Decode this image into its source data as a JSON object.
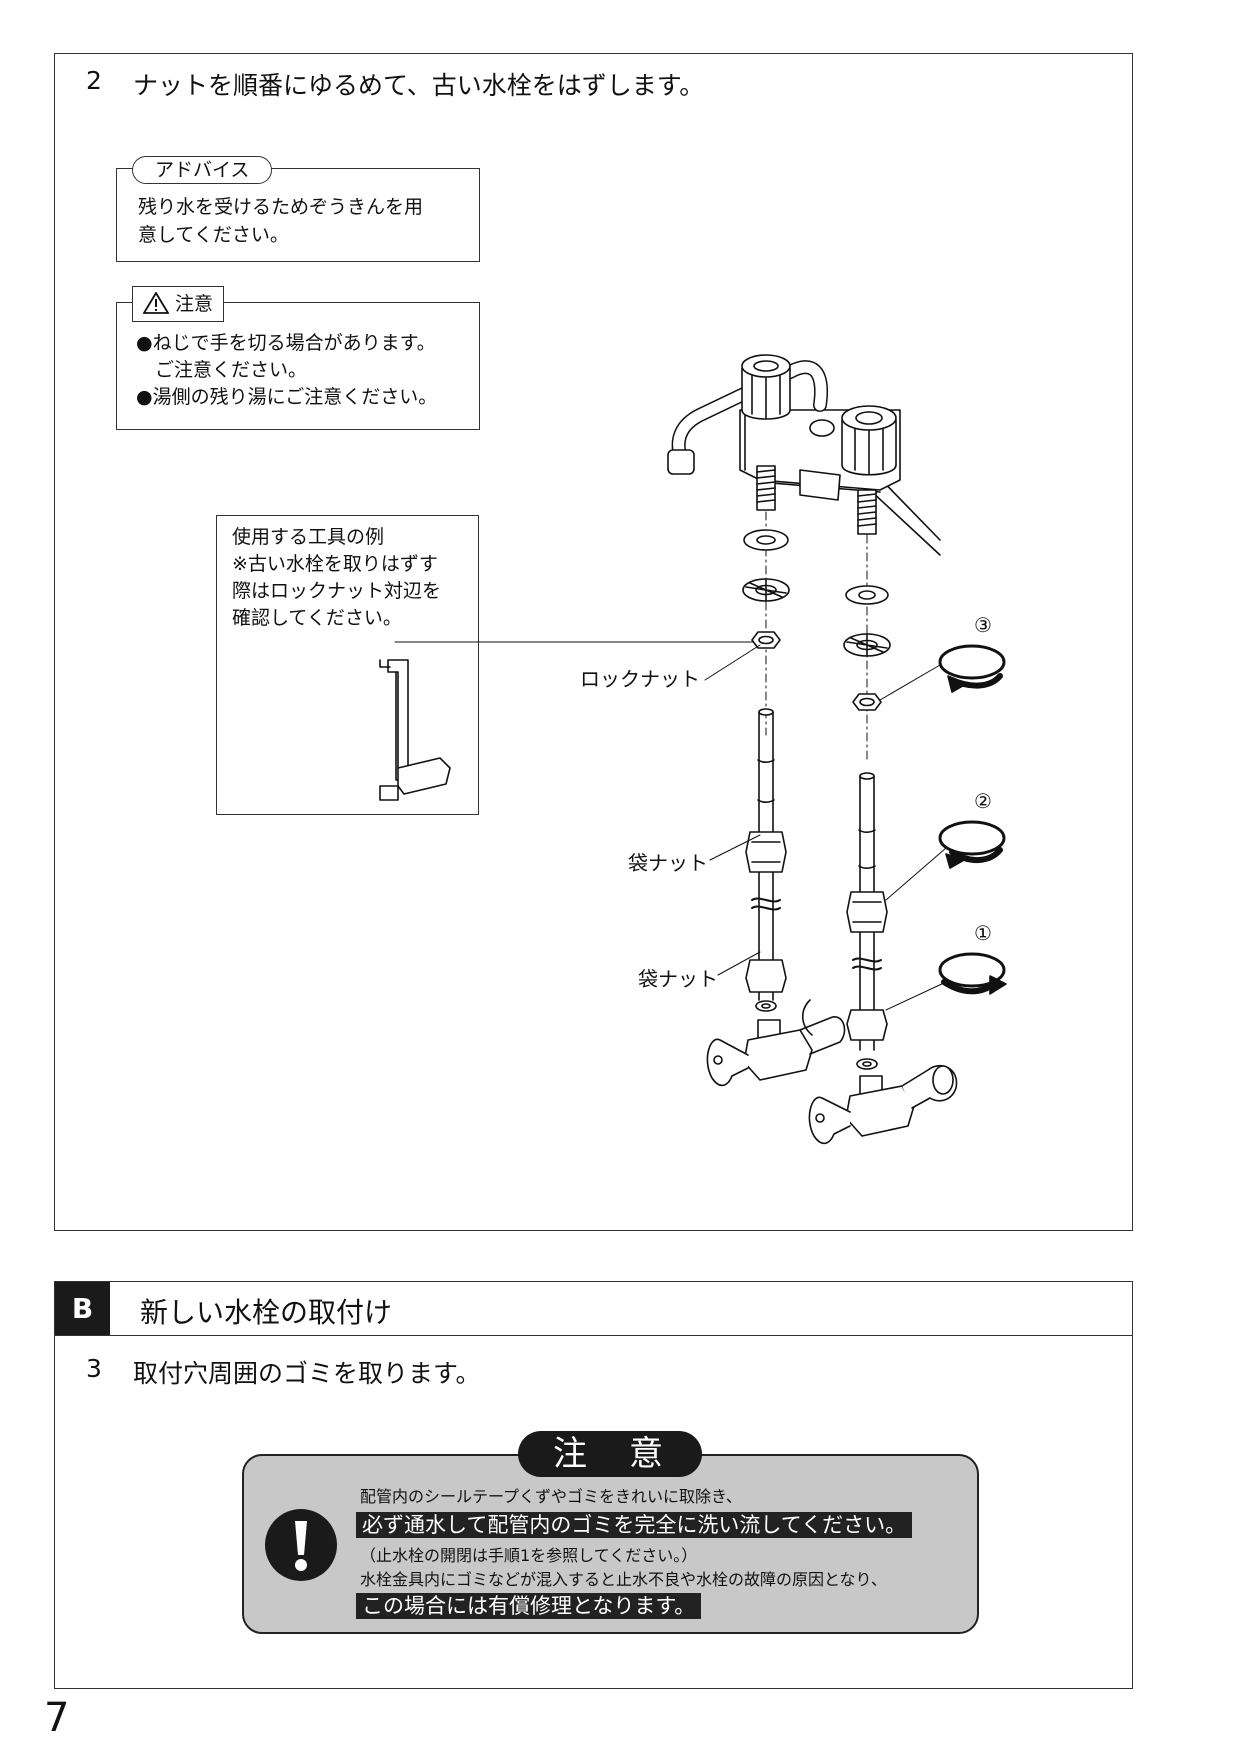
{
  "step2": {
    "number": "2",
    "title": "ナットを順番にゆるめて、古い水栓をはずします。",
    "advice": {
      "tag": "アドバイス",
      "lines": [
        "残り水を受けるためぞうきんを用",
        "意してください。"
      ]
    },
    "caution": {
      "tag": "注意",
      "lines": [
        "●ねじで手を切る場合があります。",
        "　ご注意ください。",
        "●湯側の残り湯にご注意ください。"
      ]
    },
    "tools": {
      "heading": "使用する工具の例",
      "lines": [
        "※古い水栓を取りはずす",
        "際はロックナット対辺を",
        "確認してください。"
      ]
    },
    "labels": {
      "lock_nut": "ロックナット",
      "cap_nut_upper": "袋ナット",
      "cap_nut_lower": "袋ナット",
      "order_1": "①",
      "order_2": "②",
      "order_3": "③"
    }
  },
  "sectionB": {
    "badge": "B",
    "title": "新しい水栓の取付け",
    "step3": {
      "number": "3",
      "title": "取付穴周囲のゴミを取ります。"
    },
    "notice": {
      "tag": "注　意",
      "line1": "配管内のシールテープくずやゴミをきれいに取除き、",
      "line2": "必ず通水して配管内のゴミを完全に洗い流してください。",
      "line3": "（止水栓の開閉は手順1を参照してください。）",
      "line4": "水栓金具内にゴミなどが混入すると止水不良や水栓の故障の原因となり、",
      "line5": "この場合には有償修理となります。"
    }
  },
  "page_number": "7",
  "colors": {
    "notice_bg": "#c8c8c8",
    "ink": "#111111"
  }
}
